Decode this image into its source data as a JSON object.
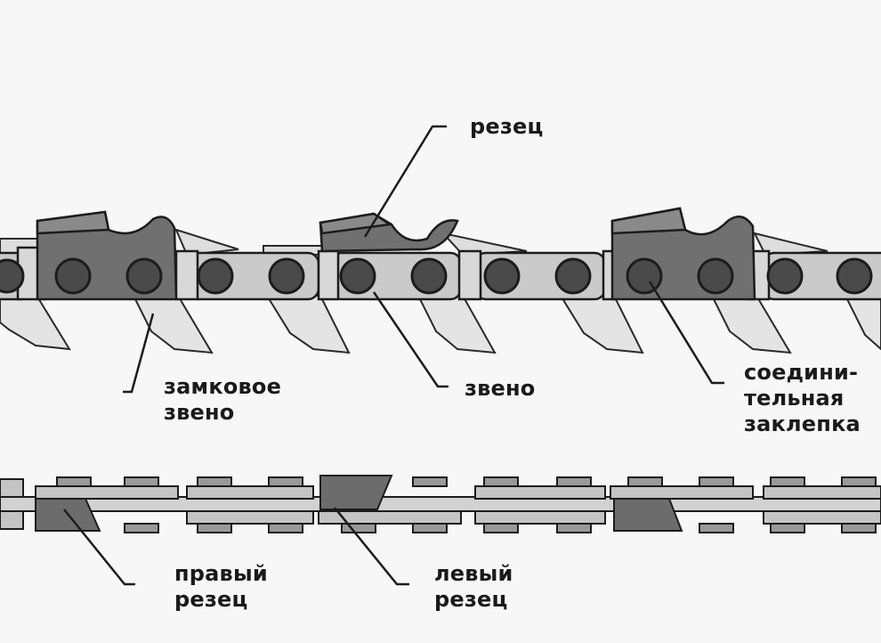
{
  "labels": {
    "cutter": "резец",
    "drive_link": "звено",
    "locking_link": "замковое\nзвено",
    "connecting_rivet": "соедини-\nтельная\nзаклепка",
    "right_cutter": "правый\nрезец",
    "left_cutter": "левый\nрезец"
  },
  "colors": {
    "background": "#f7f7f7",
    "cutter_fill": "#6f6f6f",
    "link_fill": "#c8c8c8",
    "tooth_fill": "#e2e2e2",
    "rivet": "#4a4a4a",
    "outline": "#1c1c1c"
  }
}
